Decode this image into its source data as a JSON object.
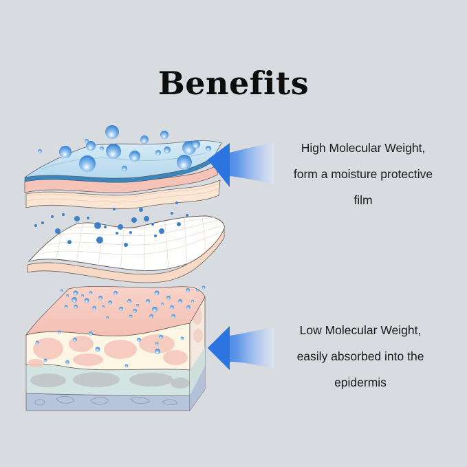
{
  "title": "Benefits",
  "callouts": [
    {
      "id": "high-molecular-weight",
      "lines": [
        "High Molecular Weight,",
        "form a moisture protective",
        "film"
      ]
    },
    {
      "id": "low-molecular-weight",
      "lines": [
        "Low Molecular Weight,",
        "easily absorbed into the",
        "epidermis"
      ]
    }
  ],
  "colors": {
    "background": "#d8dbdf",
    "title_text": "#0d0d0d",
    "caption_text": "#1a1a1a",
    "arrow_blue": "#2f7be0",
    "film_blue": "#bfe0f3",
    "film_edge_blue": "#3d8bc0",
    "skin_pink": "#f6c6bb",
    "skin_cream": "#fbe7d6",
    "dermis_cream": "#fdf7e6",
    "basal_teal": "#d3e6e4",
    "subcutis_blue": "#b7c6dd",
    "droplet_blue": "#3a86d6"
  },
  "illustration": {
    "layers": [
      "moisture-film-layer",
      "mesh-layer",
      "skin-block"
    ],
    "icons": [
      "droplet-icon",
      "arrow-left-icon"
    ]
  }
}
